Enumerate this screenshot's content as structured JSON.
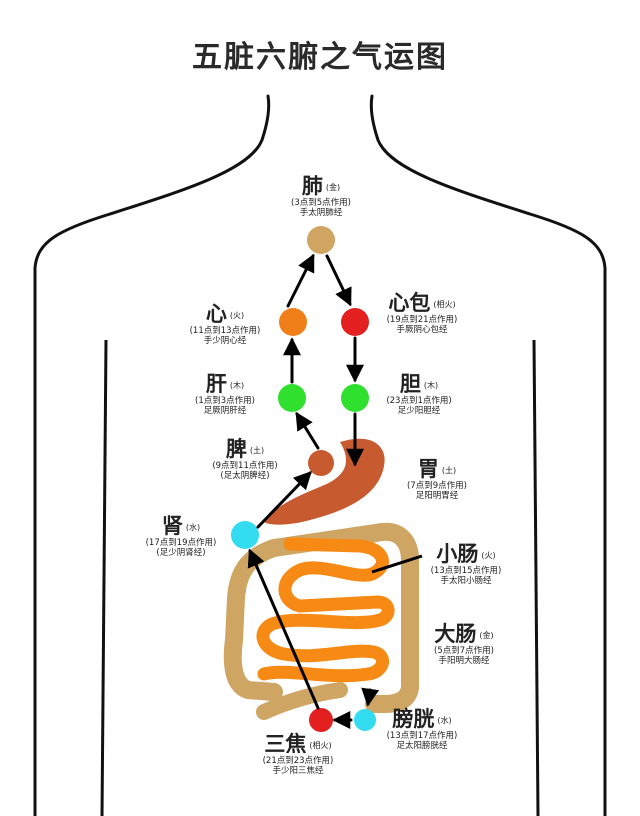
{
  "title": "五脏六腑之气运图",
  "organs": {
    "lung": {
      "name": "肺",
      "element": "(金)",
      "time": "(3点到5点作用)",
      "meridian": "手太阴肺经",
      "color": "#cfa561"
    },
    "heart": {
      "name": "心",
      "element": "(火)",
      "time": "(11点到13点作用)",
      "meridian": "手少阴心经",
      "color": "#f07f19"
    },
    "pericardium": {
      "name": "心包",
      "element": "(相火)",
      "time": "(19点到21点作用)",
      "meridian": "手厥阴心包经",
      "color": "#e41f1f"
    },
    "liver": {
      "name": "肝",
      "element": "(木)",
      "time": "(1点到3点作用)",
      "meridian": "足厥阴肝经",
      "color": "#2fe02f"
    },
    "gallbladder": {
      "name": "胆",
      "element": "(木)",
      "time": "(23点到1点作用)",
      "meridian": "足少阳胆经",
      "color": "#2fe02f"
    },
    "spleen": {
      "name": "脾",
      "element": "(土)",
      "time": "(9点到11点作用)",
      "meridian": "(足太阴脾经)",
      "color": "#c85a30"
    },
    "stomach": {
      "name": "胃",
      "element": "(土)",
      "time": "(7点到9点作用)",
      "meridian": "足阳明胃经",
      "color": "#c85a30"
    },
    "kidney": {
      "name": "肾",
      "element": "(水)",
      "time": "(17点到19点作用)",
      "meridian": "(足少阴肾经)",
      "color": "#33dcee"
    },
    "small_intestine": {
      "name": "小肠",
      "element": "(火)",
      "time": "(13点到15点作用)",
      "meridian": "手太阳小肠经",
      "color": "#f78a14"
    },
    "large_intestine": {
      "name": "大肠",
      "element": "(金)",
      "time": "(5点到7点作用)",
      "meridian": "手阳明大肠经",
      "color": "#cfa563"
    },
    "bladder": {
      "name": "膀胱",
      "element": "(水)",
      "time": "(13点到17点作用)",
      "meridian": "足太阳膀胱经",
      "color": "#33dcee"
    },
    "triple_burner": {
      "name": "三焦",
      "element": "(相火)",
      "time": "(21点到23点作用)",
      "meridian": "手少阳三焦经",
      "color": "#e41f1f"
    }
  }
}
